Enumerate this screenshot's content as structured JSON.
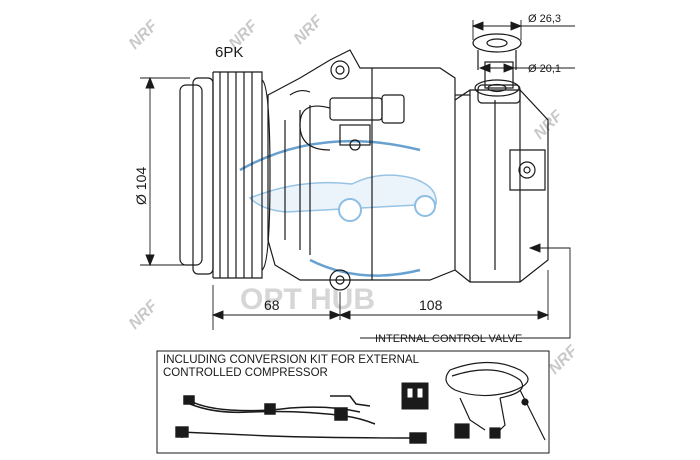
{
  "labels": {
    "belt": "6PK",
    "diameter_pulley": "Ø 104",
    "dim_68": "68",
    "dim_108": "108",
    "diameter_outer": "Ø 26,3",
    "diameter_inner": "Ø 20,1",
    "control_valve": "INTERNAL CONTROL VALVE",
    "kit_line1": "INCLUDING CONVERSION KIT FOR EXTERNAL",
    "kit_line2": "CONTROLLED COMPRESSOR"
  },
  "watermark": {
    "brand": "NRF",
    "center_text": "OPT HUB"
  },
  "colors": {
    "line": "#1a1a1a",
    "watermark": "#cfcfcf",
    "car": "#6aa9d8"
  }
}
